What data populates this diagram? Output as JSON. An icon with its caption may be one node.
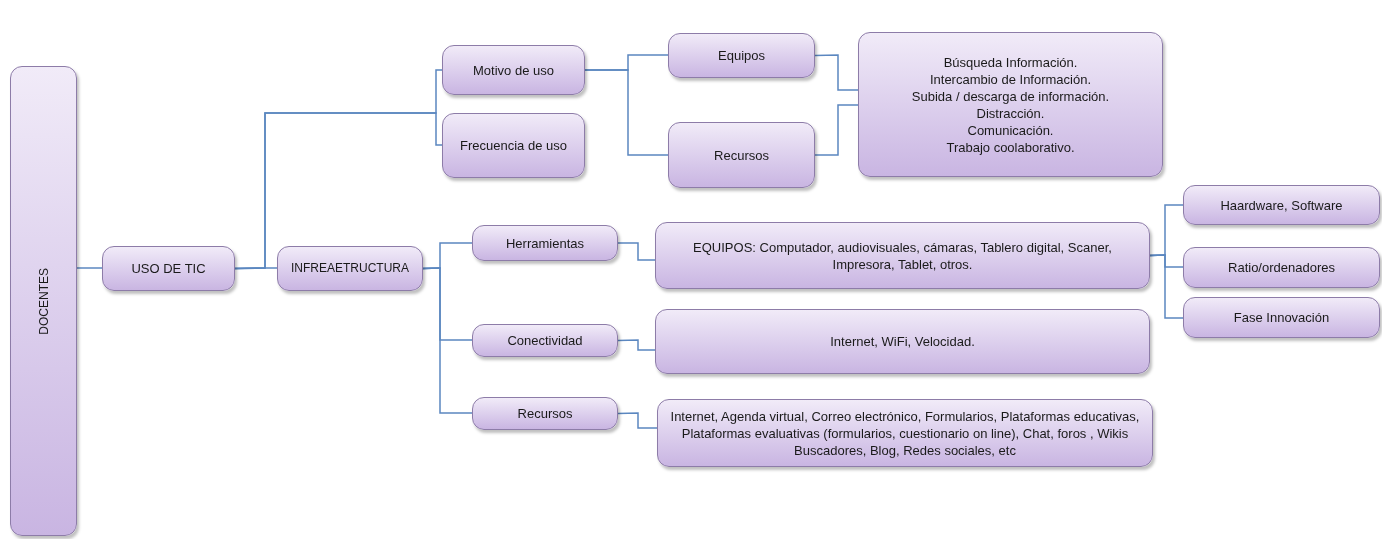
{
  "diagram": {
    "nodes": [
      {
        "text": [
          "DOCENTES"
        ]
      },
      {
        "text": [
          "USO DE TIC"
        ]
      },
      {
        "text": [
          "Motivo de uso"
        ]
      },
      {
        "text": [
          "Frecuencia de uso"
        ]
      },
      {
        "text": [
          "Equipos"
        ]
      },
      {
        "text": [
          "Recursos"
        ]
      },
      {
        "text": [
          "Búsqueda Información.",
          "Intercambio de Información.",
          "Subida / descarga de información.",
          "Distracción.",
          "Comunicación.",
          "Trabajo coolaborativo."
        ]
      },
      {
        "text": [
          "INFREAETRUCTURA"
        ]
      },
      {
        "text": [
          "Herramientas"
        ]
      },
      {
        "text": [
          "EQUIPOS: Computador, audiovisuales, cámaras, Tablero digital, Scaner, Impresora, Tablet, otros."
        ]
      },
      {
        "text": [
          "Conectividad"
        ]
      },
      {
        "text": [
          "Internet,  WiFi, Velocidad."
        ]
      },
      {
        "text": [
          "Recursos"
        ]
      },
      {
        "text": [
          "Internet, Agenda virtual, Correo electrónico, Formularios, Plataformas educativas, Plataformas evaluativas (formularios, cuestionario on line), Chat, foros , Wikis Buscadores, Blog, Redes sociales, etc"
        ]
      },
      {
        "text": [
          "Haardware, Software"
        ]
      },
      {
        "text": [
          "Ratio/ordenadores"
        ]
      },
      {
        "text": [
          "Fase Innovación"
        ]
      }
    ],
    "edges": [
      {
        "from": 0,
        "to": 1,
        "arrow": "none"
      },
      {
        "from": 1,
        "to": 7,
        "arrow": "none"
      },
      {
        "from": 1,
        "to": 2,
        "arrow": "none"
      },
      {
        "from": 1,
        "to": 3,
        "arrow": "none"
      },
      {
        "from": 2,
        "to": 4,
        "arrow": "none"
      },
      {
        "from": 2,
        "to": 5,
        "arrow": "none"
      },
      {
        "from": 4,
        "to": 6,
        "arrow": "none"
      },
      {
        "from": 5,
        "to": 6,
        "arrow": "none"
      },
      {
        "from": 7,
        "to": 8,
        "arrow": "none"
      },
      {
        "from": 7,
        "to": 10,
        "arrow": "none"
      },
      {
        "from": 7,
        "to": 12,
        "arrow": "none"
      },
      {
        "from": 8,
        "to": 9,
        "arrow": "none"
      },
      {
        "from": 10,
        "to": 11,
        "arrow": "none"
      },
      {
        "from": 12,
        "to": 13,
        "arrow": "none"
      },
      {
        "from": 9,
        "to": 14,
        "arrow": "none"
      },
      {
        "from": 9,
        "to": 15,
        "arrow": "none"
      },
      {
        "from": 9,
        "to": 16,
        "arrow": "none"
      }
    ]
  }
}
